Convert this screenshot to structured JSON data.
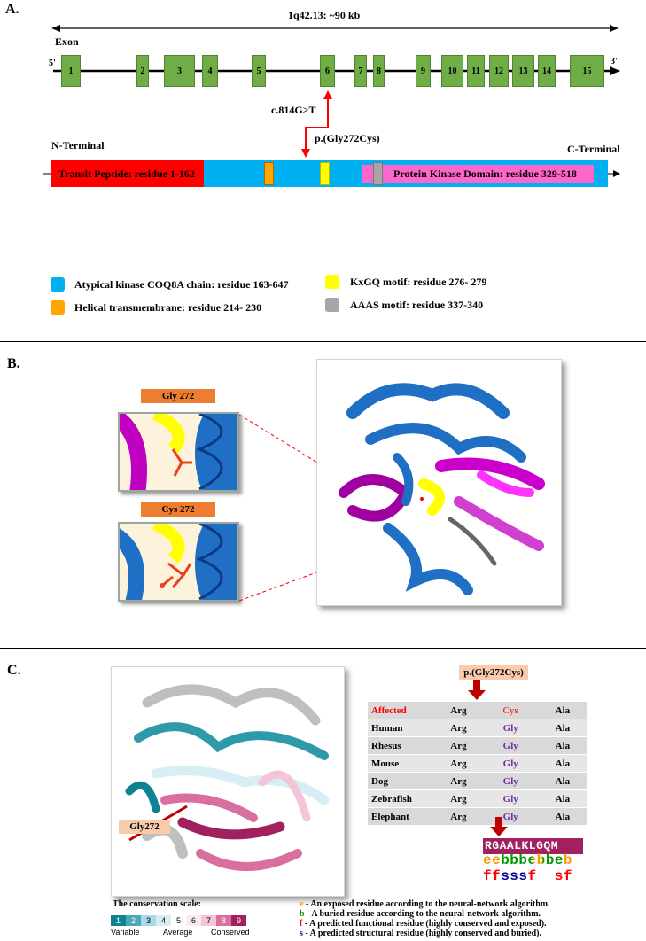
{
  "panelA": {
    "label": "A.",
    "region": "1q42.13:  ~90 kb",
    "exon_label": "Exon",
    "five_prime": "5'",
    "three_prime": "3'",
    "exons": [
      "1",
      "2",
      "3",
      "4",
      "5",
      "6",
      "7",
      "8",
      "9",
      "10",
      "11",
      "12",
      "13",
      "14",
      "15"
    ],
    "variant_cdna": "c.814G>T",
    "variant_protein": "p.(Gly272Cys)",
    "n_terminal": "N-Terminal",
    "c_terminal": "C-Terminal",
    "transit_peptide": "Transit Peptide: residue 1-162",
    "kinase_domain": "Protein Kinase Domain: residue 329-518",
    "legend": [
      {
        "text": "Atypical kinase COQ8A chain: residue 163-647",
        "color": "#00b0f0"
      },
      {
        "text": "KxGQ motif: residue 276- 279",
        "color": "#ffff00"
      },
      {
        "text": "Helical transmembrane: residue 214- 230",
        "color": "#ffa500"
      },
      {
        "text": "AAAS motif: residue 337-340",
        "color": "#a6a6a6"
      }
    ],
    "colors": {
      "exon": "#70ad47",
      "transit": "#ff0000",
      "chain": "#00b0f0",
      "kinase": "#ff66cc",
      "arrow": "#ff0000"
    }
  },
  "panelB": {
    "label": "B.",
    "wild_tag": "Gly 272",
    "mutant_tag": "Cys 272"
  },
  "panelC": {
    "label": "C.",
    "site_label": "Gly272",
    "variant": "p.(Gly272Cys)",
    "table": [
      [
        "Affected",
        "Arg",
        "Cys",
        "Ala"
      ],
      [
        "Human",
        "Arg",
        "Gly",
        "Ala"
      ],
      [
        "Rhesus",
        "Arg",
        "Gly",
        "Ala"
      ],
      [
        "Mouse",
        "Arg",
        "Gly",
        "Ala"
      ],
      [
        "Dog",
        "Arg",
        "Gly",
        "Ala"
      ],
      [
        "Zebrafish",
        "Arg",
        "Gly",
        "Ala"
      ],
      [
        "Elephant",
        "Arg",
        "Gly",
        "Ala"
      ]
    ],
    "sequence": "RGAALKLGQM",
    "exposure": "eebbbebbeb",
    "function_line": "ffsssf  sf",
    "scale_title": "The conservation scale:",
    "scale_numbers": [
      "1",
      "2",
      "3",
      "4",
      "5",
      "6",
      "7",
      "8",
      "9"
    ],
    "scale_colors": [
      "#0f8291",
      "#4ba8b5",
      "#a5dae6",
      "#d7eff4",
      "#ffffff",
      "#fbeaf2",
      "#f4c4d8",
      "#d96f9e",
      "#a0215e"
    ],
    "scale_variable": "Variable",
    "scale_average": "Average",
    "scale_conserved": "Conserved",
    "footnotes": [
      {
        "key": "e",
        "text": " - An exposed residue according to the neural-network algorithm.",
        "color": "#ff9900"
      },
      {
        "key": "b",
        "text": " - A buried  residue according to the neural-network algorithm.",
        "color": "#009900"
      },
      {
        "key": "f",
        "text": " - A predicted functional residue (highly  conserved and exposed).",
        "color": "#ff0000"
      },
      {
        "key": "s",
        "text": " - A predicted structural residue (highly conserved and buried).",
        "color": "#000099"
      }
    ]
  }
}
